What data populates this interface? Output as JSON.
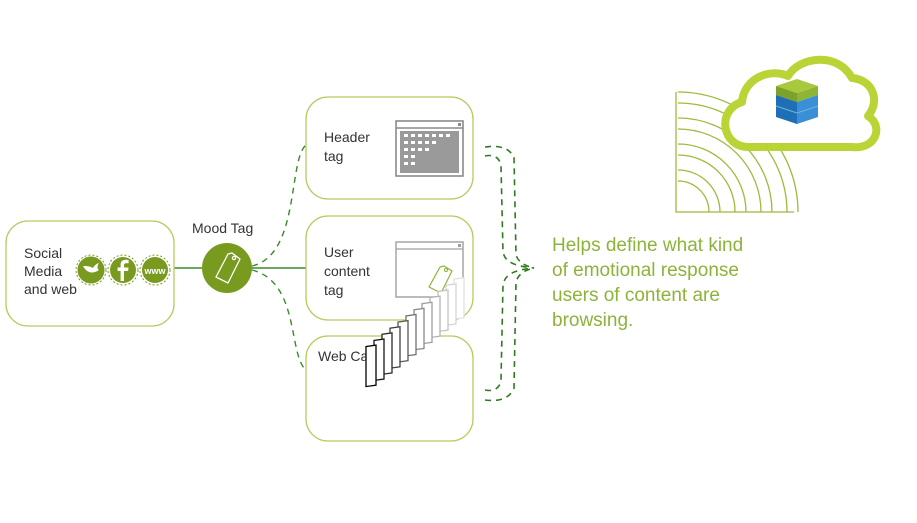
{
  "colors": {
    "green_outline": "#b5cc5e",
    "green_fill": "#789a1f",
    "dashed_line": "#2f7a1f",
    "text_dark": "#333333",
    "text_green": "#8db33a",
    "cloud": "#b9d435",
    "waves": "#9dbb3b",
    "cube_top": "#9cc13a",
    "cube_side": "#1f6fb5",
    "gray_window": "#8a8a8a"
  },
  "social": {
    "label_lines": [
      "Social",
      "Media",
      "and web"
    ],
    "icons": [
      "bird-icon",
      "facebook-icon",
      "www-icon"
    ],
    "www_text": "www"
  },
  "mood_tag": {
    "label": "Mood Tag",
    "icon": "tag-icon"
  },
  "sources": {
    "header": {
      "label_lines": [
        "Header",
        "tag"
      ],
      "icon": "window-grid-icon"
    },
    "user": {
      "label_lines": [
        "User",
        "content",
        "tag"
      ],
      "icon": "window-tag-icon"
    },
    "cache": {
      "label": "Web Cache",
      "icon": "stacked-pages-icon"
    }
  },
  "description": {
    "lines": [
      "Helps define what kind",
      "of emotional response",
      "users of content are",
      "browsing."
    ]
  },
  "logo": {
    "icon": "cloud-signal-cube-icon"
  }
}
